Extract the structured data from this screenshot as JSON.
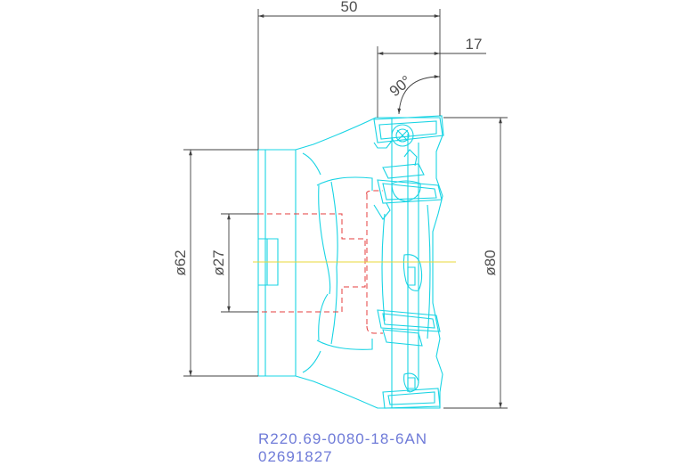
{
  "dimensions": {
    "overall_length": "50",
    "insert_offset": "17",
    "entering_angle": "90°",
    "bore_diameter": "ø27",
    "hub_diameter": "ø62",
    "cutting_diameter": "ø80"
  },
  "product": {
    "ordering_code": "R220.69-0080-18-6AN",
    "item_number": "02691827"
  },
  "colors": {
    "outline": "#18d4e4",
    "hidden_line": "#e43c3c",
    "centerline": "#e8d838",
    "dimension": "#505050",
    "label": "#6f7bd8"
  }
}
